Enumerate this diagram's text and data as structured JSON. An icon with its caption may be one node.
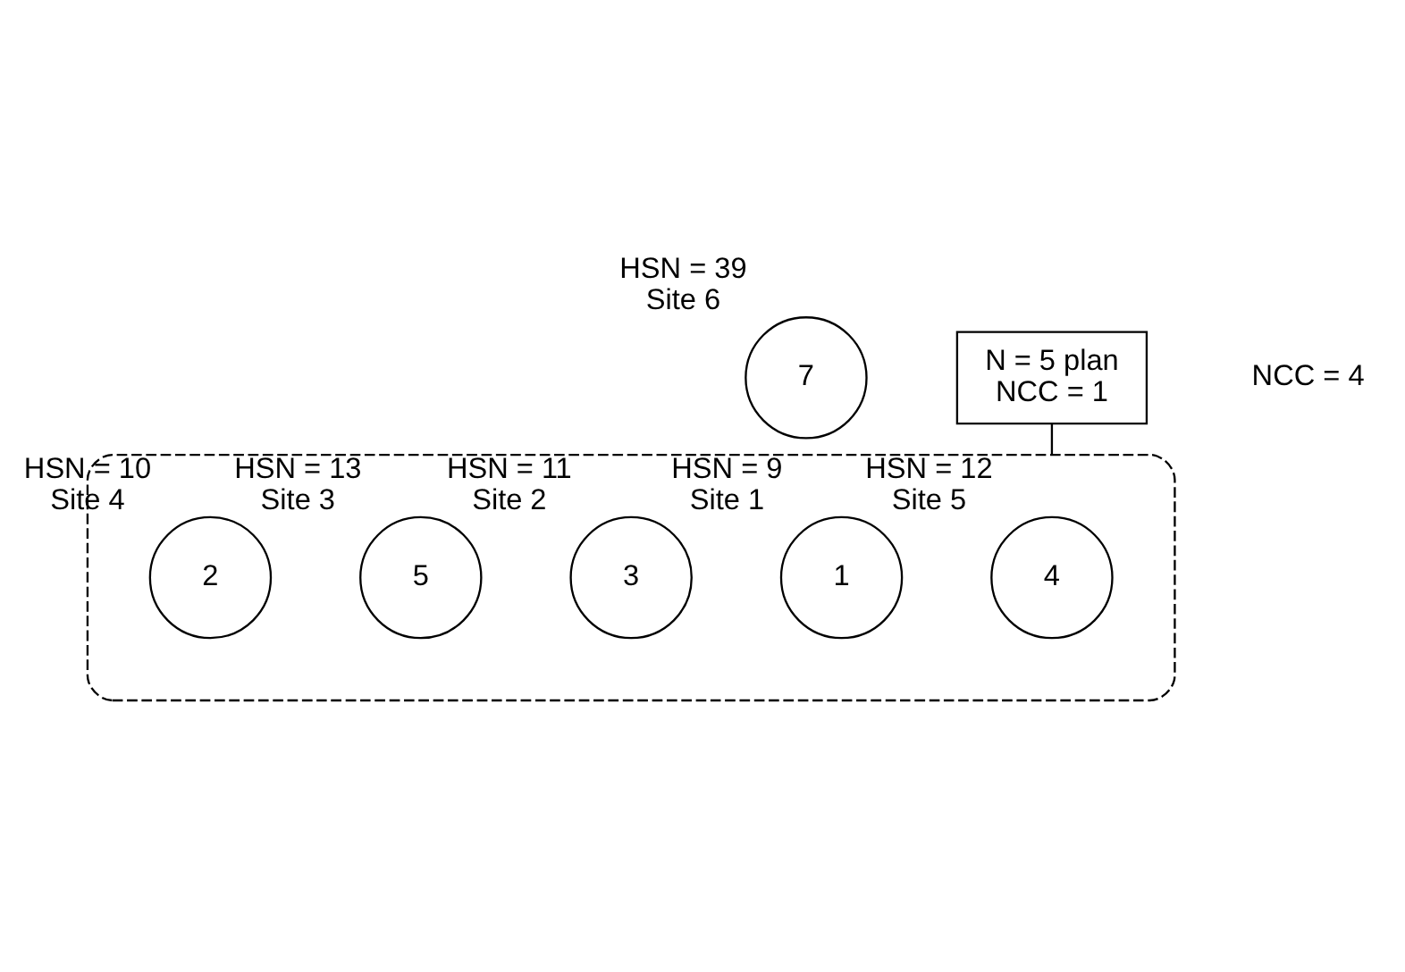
{
  "diagram": {
    "nodes": [
      {
        "text": [
          "7"
        ],
        "beside": [
          "HSN = 39",
          "Site 6"
        ]
      },
      {
        "text": [],
        "shape": "cloud"
      },
      {
        "text": [
          "4"
        ],
        "beside": [
          "HSN = 12",
          "Site 5"
        ],
        "in": 1
      },
      {
        "text": [
          "1"
        ],
        "beside": [
          "HSN = 9",
          "Site 1"
        ],
        "in": 1
      },
      {
        "text": [
          "3"
        ],
        "beside": [
          "HSN = 11",
          "Site 2"
        ],
        "in": 1
      },
      {
        "text": [
          "5"
        ],
        "beside": [
          "HSN = 13",
          "Site 3"
        ],
        "in": 1
      },
      {
        "text": [
          "2"
        ],
        "beside": [
          "HSN = 10",
          "Site 4"
        ],
        "in": 1
      },
      {
        "text": [
          "N = 5 plan",
          "NCC = 1"
        ]
      }
    ],
    "edges": [
      {
        "from": 7,
        "to": 1,
        "arrow": "none"
      }
    ],
    "labels": [
      "NCC = 4"
    ]
  }
}
